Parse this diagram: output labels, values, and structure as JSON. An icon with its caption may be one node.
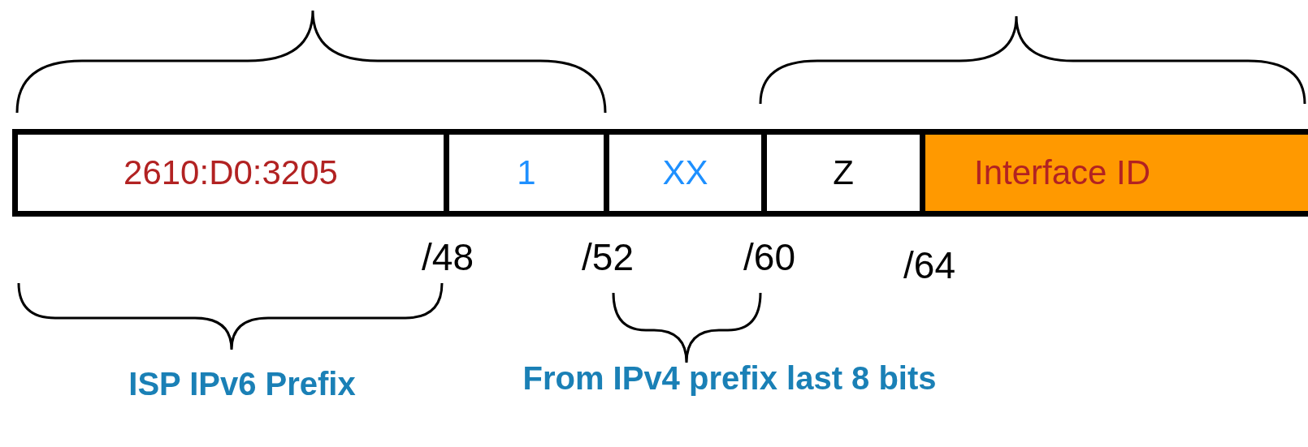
{
  "diagram": {
    "nodes": [
      {
        "text": [
          "2610:D0:3205"
        ]
      },
      {
        "text": [
          "1"
        ]
      },
      {
        "text": [
          "XX"
        ]
      },
      {
        "text": [
          "Z"
        ]
      },
      {
        "text": [
          "Interface ID"
        ]
      }
    ],
    "labels": [
      "/48",
      "/52",
      "/60",
      "/64",
      "ISP IPv6 Prefix",
      "From IPv4 prefix last 8 bits"
    ]
  }
}
